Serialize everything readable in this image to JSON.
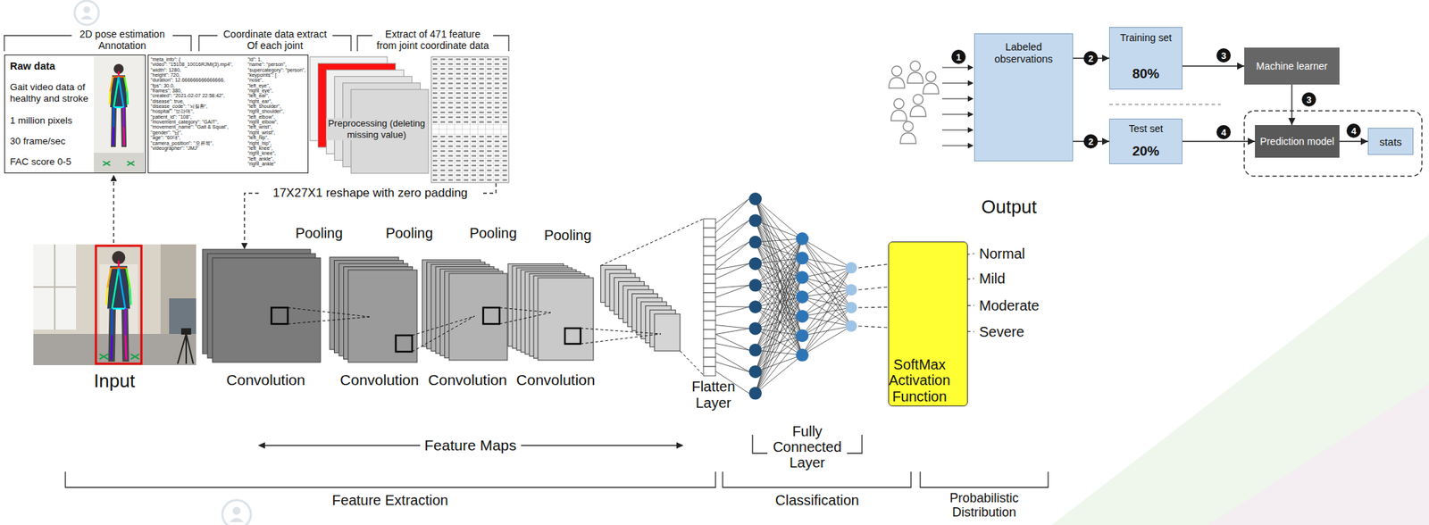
{
  "diagram": {
    "nodes": [
      {
        "text": [
          "Raw data",
          "Gait video data of healthy and stroke",
          "1 million pixels",
          "30 frame/sec",
          "FAC score 0-5"
        ]
      },
      {
        "text": [
          "\"meta_info\": {",
          "\"video\": \"15108_10016RJMI(3).mp4\",",
          "\"width\": 1280,",
          "\"height\": 720,",
          "\"duration\": 12.666666666666666,",
          "\"fps\": 30.0,",
          "\"frames\": 380,",
          "\"created\": \"2021-02-07 22:58:42\",",
          "\"disease\": true,",
          "\"disease_code\": \"뇌질환\",",
          "\"hospital\": \"보라매\",",
          "\"patient_id\": \"108\",",
          "\"movement_category\": \"GAIT\",",
          "\"movement_name\": \"Gait & Squat\",",
          "\"gender\": \"남\",",
          "\"age\": \"60대\",",
          "\"camera_position\": \"오른쪽\",",
          "\"videographer\": \"JMJ\"",
          "\"id\": 1,",
          "\"name\": \"person\",",
          "\"supercategory\": \"person\",",
          "\"keypoints\": [",
          "\"nose\",",
          "\"left_eye\",",
          "\"right_eye\",",
          "\"left_ear\",",
          "\"right_ear\",",
          "\"left_shoulder\",",
          "\"right_shoulder\",",
          "\"left_elbow\",",
          "\"right_elbow\",",
          "\"left_wrist\",",
          "\"right_wrist\",",
          "\"left_hip\",",
          "\"right_hip\",",
          "\"left_knee\",",
          "\"right_knee\",",
          "\"left_ankle\",",
          "\"right_ankle\""
        ]
      },
      {
        "text": [
          "Preprocessing (deleting missing value)"
        ]
      },
      {
        "text": [
          "Labeled observations"
        ]
      },
      {
        "text": [
          "Training set",
          "80%"
        ]
      },
      {
        "text": [
          "Test set",
          "20%"
        ]
      },
      {
        "text": [
          "Machine learner"
        ]
      },
      {
        "text": [
          "Prediction model"
        ]
      },
      {
        "text": [
          "stats"
        ]
      },
      {
        "text": [
          "SoftMax Activation Function"
        ]
      }
    ],
    "edges": [
      {
        "from": 3,
        "to": 4,
        "arrow": "to"
      },
      {
        "from": 3,
        "to": 5,
        "arrow": "to"
      },
      {
        "from": 4,
        "to": 6,
        "arrow": "to"
      },
      {
        "from": 6,
        "to": 7,
        "arrow": "to"
      },
      {
        "from": 5,
        "to": 7,
        "arrow": "to"
      },
      {
        "from": 7,
        "to": 8,
        "arrow": "to"
      }
    ],
    "labels": [
      "2D pose estimation Annotation",
      "Coordinate data extract Of each joint",
      "Extract of 471 feature from joint coordinate data",
      "17X27X1 reshape with zero padding",
      "1",
      "2",
      "2",
      "3",
      "3",
      "4",
      "4",
      "Output",
      "Normal",
      "Mild",
      "Moderate",
      "Severe",
      "Input",
      "Pooling",
      "Pooling",
      "Pooling",
      "Pooling",
      "Convolution",
      "Convolution",
      "Convolution",
      "Convolution",
      "Flatten Layer",
      "Fully Connected Layer",
      "Feature Maps",
      "Feature Extraction",
      "Classification",
      "Probabilistic Distribution"
    ]
  }
}
